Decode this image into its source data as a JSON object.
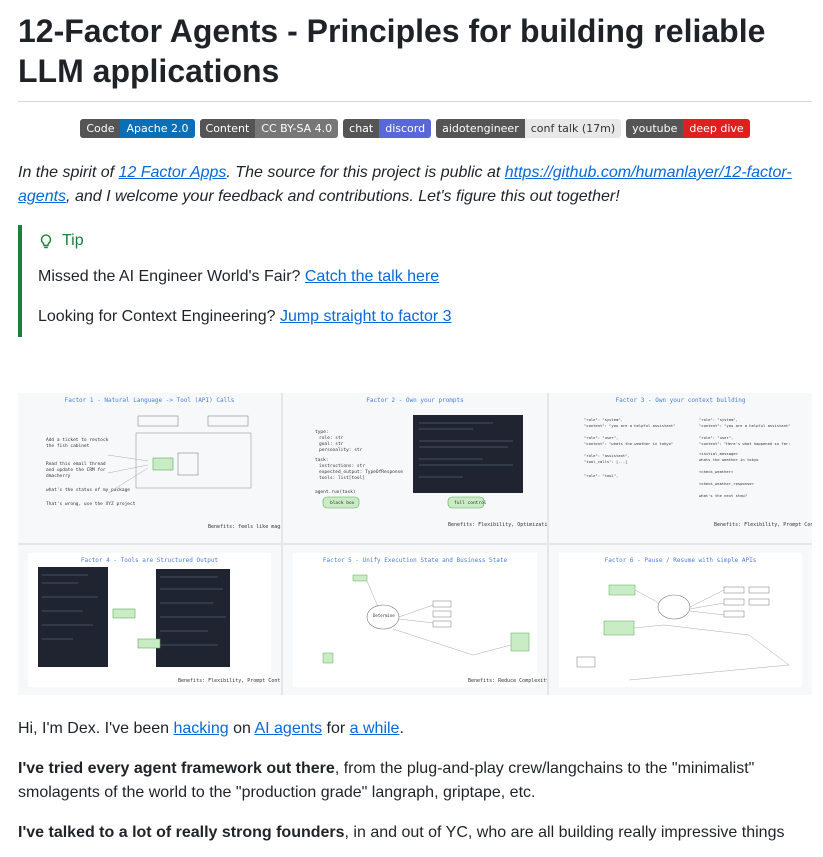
{
  "title": "12-Factor Agents - Principles for building reliable LLM applications",
  "badges": [
    {
      "key": "Code",
      "value": "Apache 2.0",
      "color": "#0a6fb5"
    },
    {
      "key": "Content",
      "value": "CC BY-SA 4.0",
      "color": "#777777"
    },
    {
      "key": "chat",
      "value": "discord",
      "color": "#5a67d8"
    },
    {
      "key": "aidotengineer",
      "value": "conf talk (17m)",
      "color": "#e8e8e8",
      "value_text_color": "#333333"
    },
    {
      "key": "youtube",
      "value": "deep dive",
      "color": "#e02020"
    }
  ],
  "intro": {
    "pre": "In the spirit of ",
    "link1": "12 Factor Apps",
    "mid": ". The source for this project is public at ",
    "link2": "https://github.com/humanlayer/12-factor-agents",
    "post": ", and I welcome your feedback and contributions. Let's figure this out together!"
  },
  "tip": {
    "title": "Tip",
    "line1_text": "Missed the AI Engineer World's Fair? ",
    "line1_link": "Catch the talk here",
    "line2_text": "Looking for Context Engineering? ",
    "line2_link": "Jump straight to factor 3"
  },
  "gallery": {
    "factors": [
      {
        "caption": "Factor 1 - Natural Language -> Tool (API) Calls",
        "footer": "Benefits: feels like magic"
      },
      {
        "caption": "Factor 2 - Own your prompts",
        "footer": "Benefits: Flexibility, Optimization"
      },
      {
        "caption": "Factor 3 - Own your context building",
        "footer": "Benefits: Flexibility, Prompt Control"
      },
      {
        "caption": "Factor 4 - Tools are Structured Output",
        "footer": "Benefits: Flexibility, Prompt Control"
      },
      {
        "caption": "Factor 5 - Unify Execution State and Business State",
        "footer": "Benefits: Reduce Complexity"
      },
      {
        "caption": "Factor 6 - Pause / Resume with simple APIs",
        "footer": ""
      }
    ]
  },
  "body": {
    "p1_pre": "Hi, I'm Dex. I've been ",
    "p1_link1": "hacking",
    "p1_mid1": " on ",
    "p1_link2": "AI agents",
    "p1_mid2": " for ",
    "p1_link3": "a while",
    "p1_post": ".",
    "p2_bold": "I've tried every agent framework out there",
    "p2_rest": ", from the plug-and-play crew/langchains to the \"minimalist\" smolagents of the world to the \"production grade\" langraph, griptape, etc.",
    "p3_bold": "I've talked to a lot of really strong founders",
    "p3_rest": ", in and out of YC, who are all building really impressive things"
  }
}
